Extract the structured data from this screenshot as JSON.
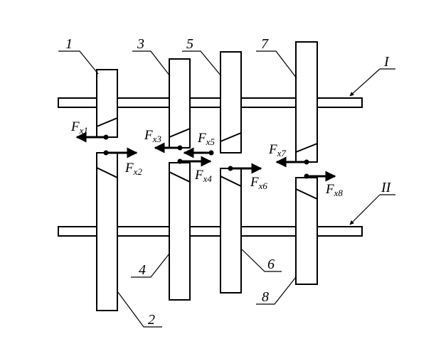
{
  "shafts": [
    {
      "id": "I",
      "label": "I"
    },
    {
      "id": "II",
      "label": "II"
    }
  ],
  "gears": [
    {
      "id": "1",
      "label": "1"
    },
    {
      "id": "2",
      "label": "2"
    },
    {
      "id": "3",
      "label": "3"
    },
    {
      "id": "4",
      "label": "4"
    },
    {
      "id": "5",
      "label": "5"
    },
    {
      "id": "6",
      "label": "6"
    },
    {
      "id": "7",
      "label": "7"
    },
    {
      "id": "8",
      "label": "8"
    }
  ],
  "forces": [
    {
      "id": "x1",
      "main": "F",
      "sub": "x1",
      "direction": "left"
    },
    {
      "id": "x2",
      "main": "F",
      "sub": "x2",
      "direction": "right"
    },
    {
      "id": "x3",
      "main": "F",
      "sub": "x3",
      "direction": "left"
    },
    {
      "id": "x4",
      "main": "F",
      "sub": "x4",
      "direction": "right"
    },
    {
      "id": "x5",
      "main": "F",
      "sub": "x5",
      "direction": "left"
    },
    {
      "id": "x6",
      "main": "F",
      "sub": "x6",
      "direction": "right"
    },
    {
      "id": "x7",
      "main": "F",
      "sub": "x7",
      "direction": "left"
    },
    {
      "id": "x8",
      "main": "F",
      "sub": "x8",
      "direction": "right"
    }
  ]
}
